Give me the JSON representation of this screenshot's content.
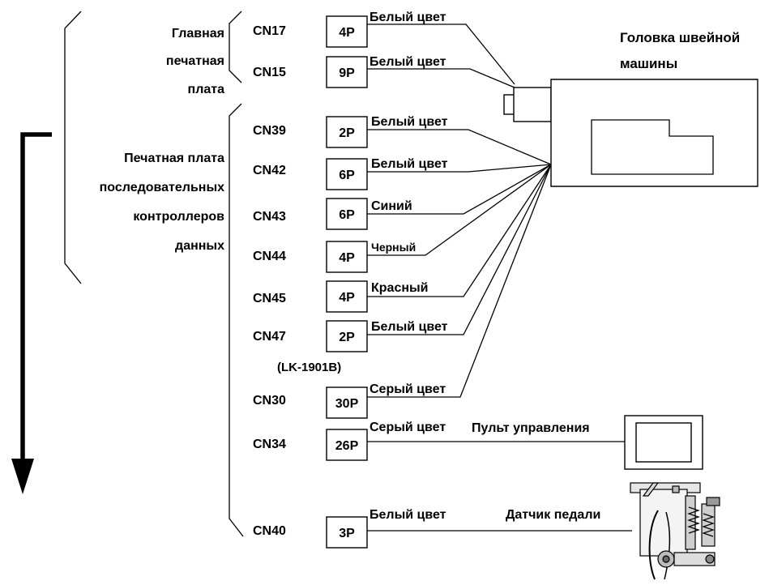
{
  "groups": {
    "main_board": [
      "Главная",
      "печатная",
      "плата"
    ],
    "serial_board": [
      "Печатная плата",
      "последовательных",
      "контроллеров",
      "данных"
    ]
  },
  "connectors": [
    {
      "name": "CN17",
      "pins": "4P",
      "color": "Белый цвет"
    },
    {
      "name": "CN15",
      "pins": "9P",
      "color": "Белый цвет"
    },
    {
      "name": "CN39",
      "pins": "2P",
      "color": "Белый цвет"
    },
    {
      "name": "CN42",
      "pins": "6P",
      "color": "Белый цвет"
    },
    {
      "name": "CN43",
      "pins": "6P",
      "color": "Синий"
    },
    {
      "name": "CN44",
      "pins": "4P",
      "color": "Черный"
    },
    {
      "name": "CN45",
      "pins": "4P",
      "color": "Красный"
    },
    {
      "name": "CN47",
      "pins": "2P",
      "color": "Белый цвет"
    },
    {
      "name": "CN30",
      "pins": "30P",
      "color": "Серый цвет"
    },
    {
      "name": "CN34",
      "pins": "26P",
      "color": "Серый цвет"
    },
    {
      "name": "CN40",
      "pins": "3P",
      "color": "Белый цвет"
    }
  ],
  "cn47_note": "(LK-1901B)",
  "devices": {
    "head": [
      "Головка швейной",
      "машины"
    ],
    "panel": "Пульт управления",
    "pedal": "Датчик педали"
  }
}
